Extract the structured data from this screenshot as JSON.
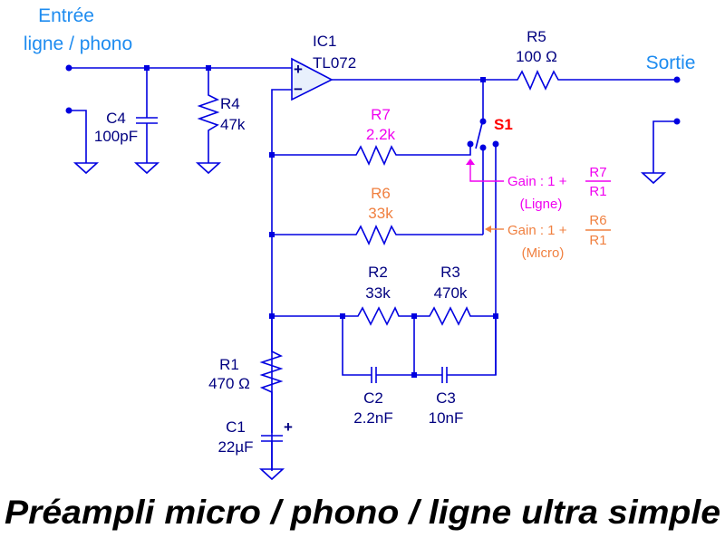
{
  "diagram": {
    "title": "Préampli micro / phono / ligne ultra simple",
    "input_label_line1": "Entrée",
    "input_label_line2": "ligne / phono",
    "output_label": "Sortie",
    "opamp": {
      "ref": "IC1",
      "part": "TL072",
      "plus": "+",
      "minus": "−"
    },
    "components": {
      "C4": {
        "ref": "C4",
        "value": "100pF"
      },
      "R4": {
        "ref": "R4",
        "value": "47k"
      },
      "R5": {
        "ref": "R5",
        "value": "100 Ω"
      },
      "R7": {
        "ref": "R7",
        "value": "2.2k"
      },
      "R6": {
        "ref": "R6",
        "value": "33k"
      },
      "R2": {
        "ref": "R2",
        "value": "33k"
      },
      "R3": {
        "ref": "R3",
        "value": "470k"
      },
      "R1": {
        "ref": "R1",
        "value": "470 Ω"
      },
      "C1": {
        "ref": "C1",
        "value": "22µF",
        "polarity": "+"
      },
      "C2": {
        "ref": "C2",
        "value": "2.2nF"
      },
      "C3": {
        "ref": "C3",
        "value": "10nF"
      },
      "S1": {
        "ref": "S1"
      }
    },
    "annotations": {
      "ligne": {
        "gain": "Gain : 1 +",
        "num": "R7",
        "den": "R1",
        "mode": "(Ligne)"
      },
      "micro": {
        "gain": "Gain : 1 +",
        "num": "R6",
        "den": "R1",
        "mode": "(Micro)"
      }
    },
    "colors": {
      "wire": "#0000e0",
      "label": "#000080",
      "port": "#1e8cf0",
      "ligne": "#f000f0",
      "micro": "#f08040",
      "switch": "#ff0000"
    }
  }
}
